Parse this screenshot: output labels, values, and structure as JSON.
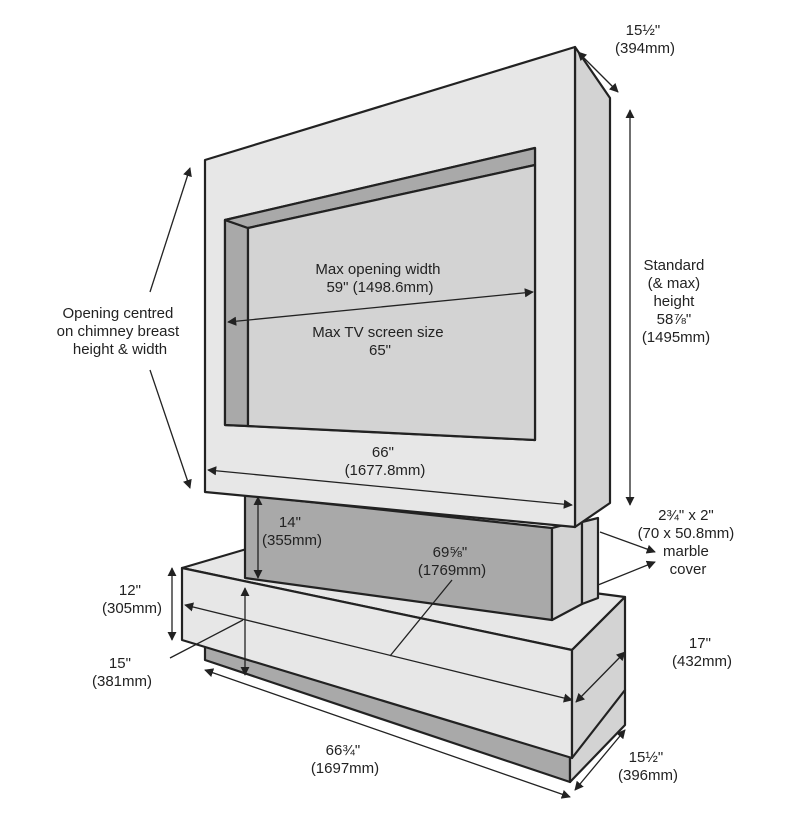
{
  "labels": {
    "depth_top": [
      "15½\"",
      "(394mm)"
    ],
    "height": [
      "Standard",
      "(& max)",
      "height",
      "58⅞\"",
      "(1495mm)"
    ],
    "opening_centred": [
      "Opening centred",
      "on chimney breast",
      "height & width"
    ],
    "opening_width": [
      "Max opening width",
      "59\" (1498.6mm)"
    ],
    "tv_size": [
      "Max TV screen size",
      "65\""
    ],
    "width_top": [
      "66\"",
      "(1677.8mm)"
    ],
    "mid_height": [
      "14\"",
      "(355mm)"
    ],
    "mid_width": [
      "69⅝\"",
      "(1769mm)"
    ],
    "marble": [
      "2¾\" x 2\"",
      "(70 x 50.8mm)",
      "marble",
      "cover"
    ],
    "base_height": [
      "12\"",
      "(305mm)"
    ],
    "base_step": [
      "15\"",
      "(381mm)"
    ],
    "base_depth_mid": [
      "17\"",
      "(432mm)"
    ],
    "base_width": [
      "66¾\"",
      "(1697mm)"
    ],
    "depth_bottom": [
      "15½\"",
      "(396mm)"
    ]
  }
}
